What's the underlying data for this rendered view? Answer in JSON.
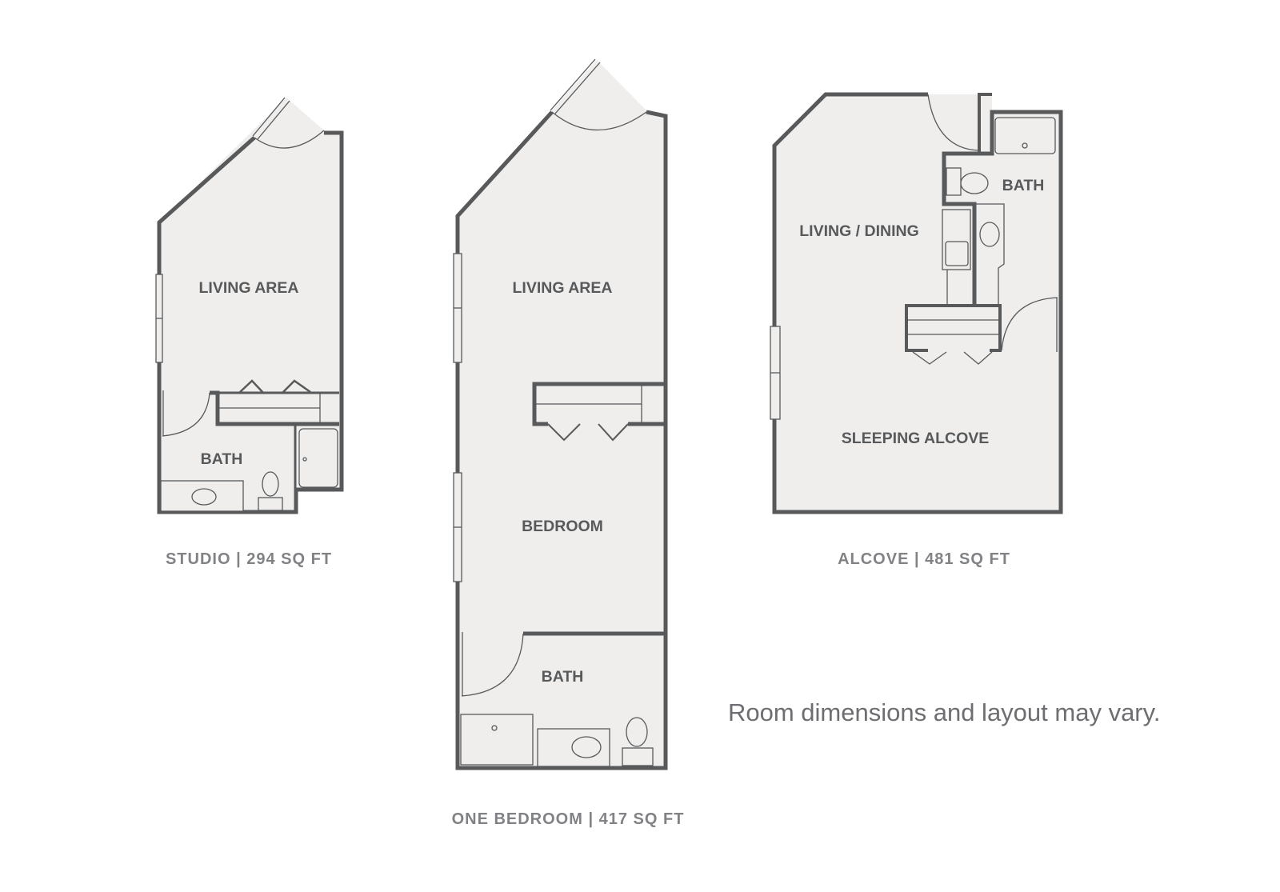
{
  "colors": {
    "wall": "#58595b",
    "floor": "#efeeed",
    "caption": "#808285"
  },
  "plans": [
    {
      "caption": "STUDIO | 294 SQ FT",
      "rooms": [
        "LIVING AREA",
        "BATH"
      ]
    },
    {
      "caption": "ONE BEDROOM | 417 SQ FT",
      "rooms": [
        "LIVING AREA",
        "BEDROOM",
        "BATH"
      ]
    },
    {
      "caption": "ALCOVE | 481 SQ FT",
      "rooms": [
        "LIVING / DINING",
        "BATH",
        "SLEEPING ALCOVE"
      ]
    }
  ],
  "note": "Room dimensions and layout may vary."
}
